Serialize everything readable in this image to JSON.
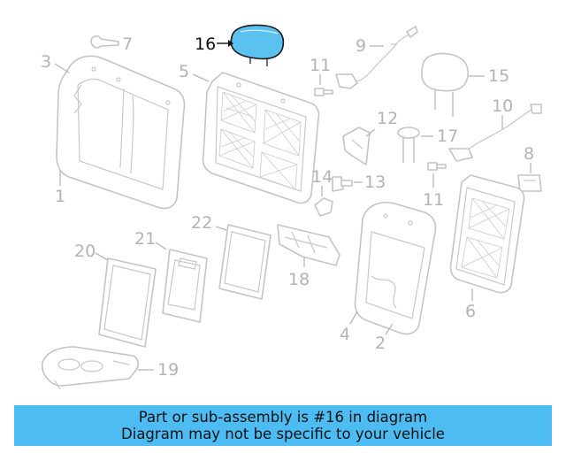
{
  "callouts": {
    "c1": "1",
    "c2": "2",
    "c3": "3",
    "c4": "4",
    "c5": "5",
    "c6": "6",
    "c7": "7",
    "c8": "8",
    "c9": "9",
    "c10": "10",
    "c11a": "11",
    "c11b": "11",
    "c12": "12",
    "c13": "13",
    "c14": "14",
    "c15": "15",
    "c16": "16",
    "c17": "17",
    "c18": "18",
    "c19": "19",
    "c20": "20",
    "c21": "21",
    "c22": "22"
  },
  "highlight": {
    "part": "16",
    "color": "#5bc2ef"
  },
  "banner": {
    "line1": "Part or sub-assembly is #16 in diagram",
    "line2": "Diagram may not be specific to your vehicle",
    "color": "#4dbcf3"
  }
}
